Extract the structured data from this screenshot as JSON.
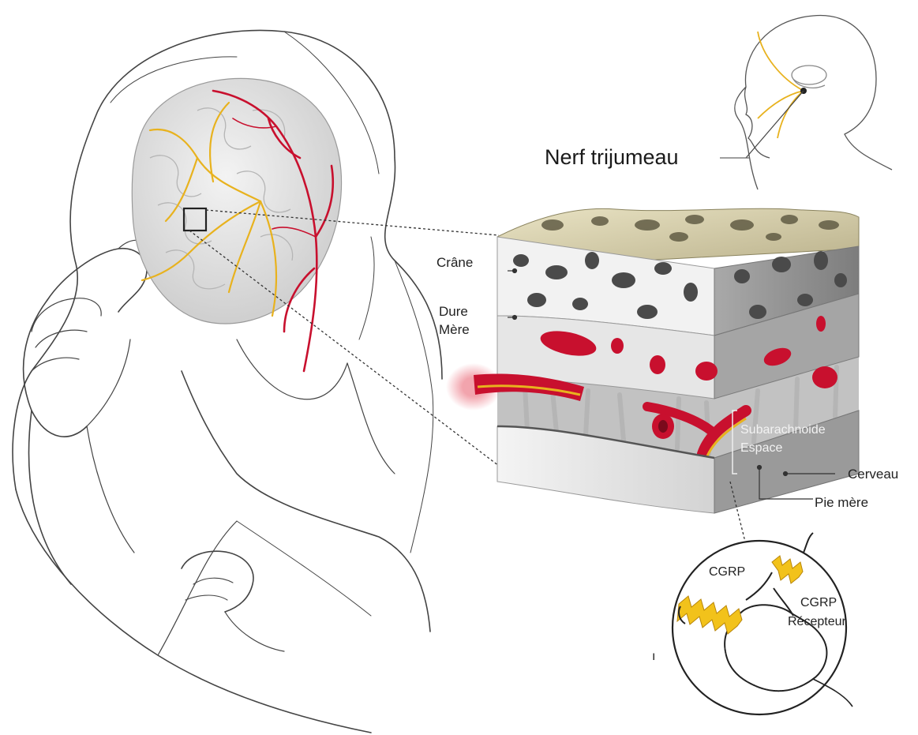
{
  "labels": {
    "trigeminal_nerve": "Nerf trijumeau",
    "skull": "Crâne",
    "dura_line1": "Dure",
    "dura_line2": "Mère",
    "subarachnoid_line1": "Subarachnoide",
    "subarachnoid_line2": "Espace",
    "brain": "Cerveau",
    "pia_mater": "Pie mère",
    "cgrp": "CGRP",
    "receptor_line1": "CGRP",
    "receptor_line2": "Récepteur",
    "stray_mark": "ı"
  },
  "colors": {
    "artery": "#c8102e",
    "nerve": "#e8b21e",
    "bone": "#dcdcdc",
    "outline": "#3a3a3a"
  }
}
